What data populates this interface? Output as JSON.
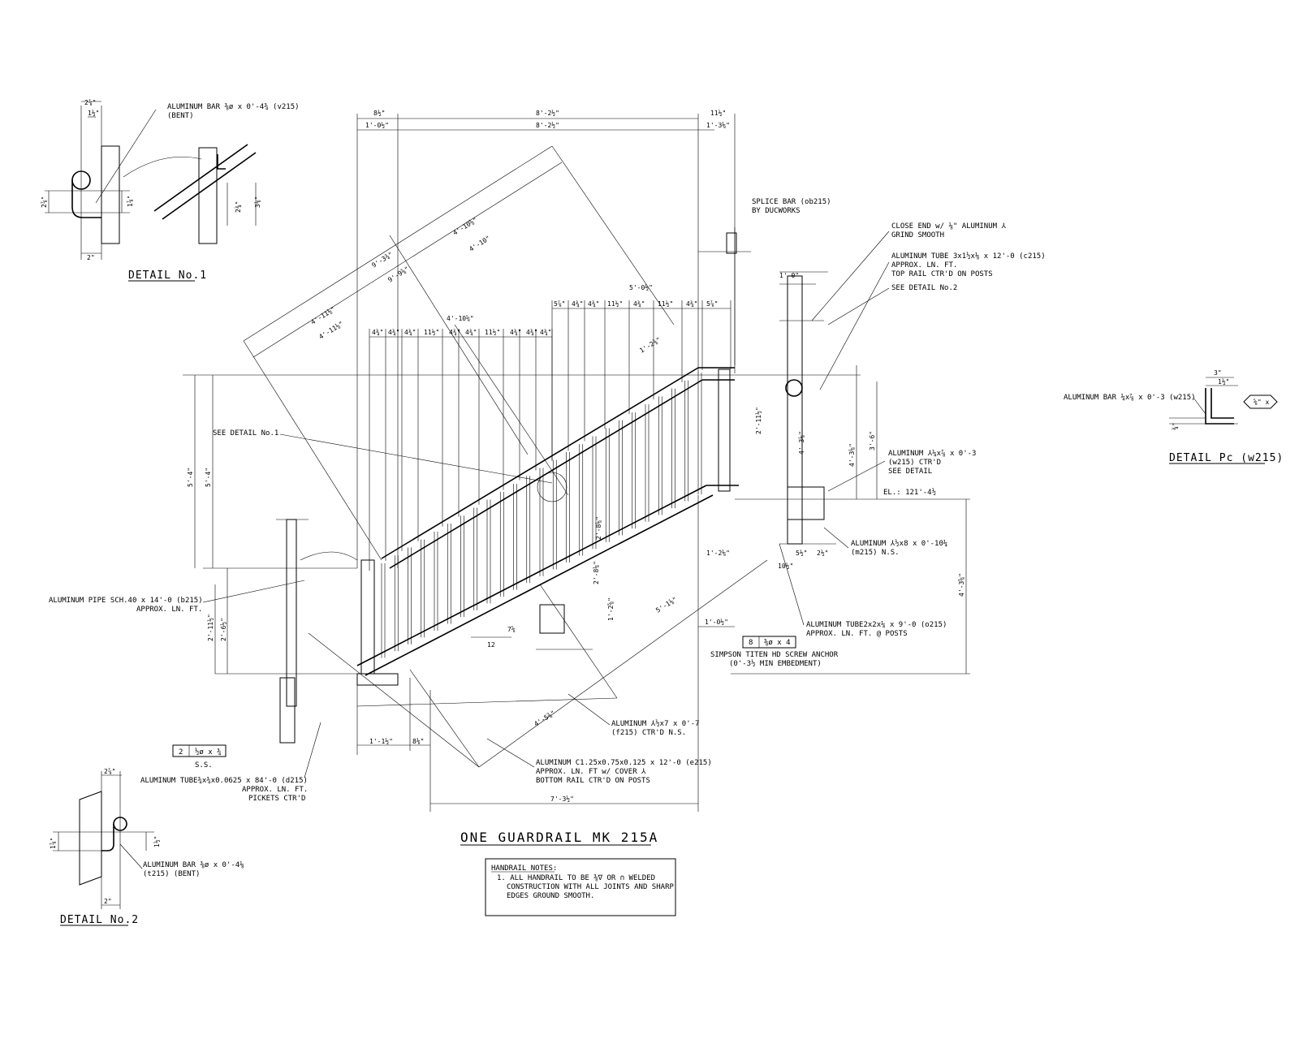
{
  "details": {
    "detail1": {
      "title": "DETAIL No.1",
      "callout": [
        "ALUMINUM BAR ⅜ø x 0'-4¾ (v215)",
        "(BENT)"
      ],
      "dims": [
        "2⅞\"",
        "1½\"",
        "2⅞\"",
        "1⅞\"",
        "2\"",
        "2¾\"",
        "3⅛\""
      ]
    },
    "detail2": {
      "title": "DETAIL No.2",
      "callout": [
        "ALUMINUM BAR ⅜ø x 0'-4⅛",
        "(t215) (BENT)"
      ],
      "dims": [
        "2⅞\"",
        "1⅞\"",
        "1½\"",
        "2\""
      ]
    },
    "detailPc": {
      "title": "DETAIL Pc (w215)",
      "callout": [
        "ALUMINUM BAR ¼x⅞ x 0'-3 (w215)"
      ],
      "dims": [
        "3\"",
        "1½\"",
        "¾\"",
        "⅝\" x"
      ]
    }
  },
  "top_dims": {
    "row1": [
      "8½\"",
      "8'-2½\"",
      "11½\""
    ],
    "row2": [
      "1'-0½\"",
      "8'-2½\"",
      "1'-3⅛\""
    ],
    "pickets_left": [
      "4¾\"",
      "4¾\"",
      "4¾\"",
      "11½\"",
      "4¾\"",
      "4¾\"",
      "11½\"",
      "4¾\"",
      "4¾\"",
      "4¾\""
    ],
    "pickets_right": [
      "5⅞\"",
      "4¾\"",
      "4¾\"",
      "11½\"",
      "4¾\"",
      "11½\"",
      "4¾\"",
      "5⅞\""
    ]
  },
  "diag_dims": [
    "4'-10⅝\"",
    "4'-10\"",
    "9'-3¾\"",
    "9'-9⅝\"",
    "4'-11⅛\"",
    "4'-11⅛\"",
    "5'-0½\"",
    "4'-10⅝\"",
    "5'-1⅛\"",
    "4'-5⅜\"",
    "2'-8⅛\"",
    "1'-2⅜\""
  ],
  "vert_dims": [
    "5'-4\"",
    "5'-4\"",
    "2'-11½\"",
    "2'-6½\"",
    "2'-11½\"",
    "4'-3⅛\"",
    "3'-6\"",
    "2'-8⅛\"",
    "4'-3⅛\"",
    "1'-2⅝\"",
    "4'-3⅝\""
  ],
  "bottom_dims": [
    "1'-1½\"",
    "8⅛\"",
    "7'-3½\"",
    "1'-0½\"",
    "10½\"",
    "5½\"",
    "1'-0\"",
    "2½\"",
    "1'-2⅛\""
  ],
  "callouts": {
    "splice": [
      "SPLICE BAR (ob215)",
      "BY DUCWORKS"
    ],
    "close_end": [
      "CLOSE END w/ ⅛\" ALUMINUM ⅄",
      "GRIND SMOOTH"
    ],
    "top_tube": [
      "ALUMINUM TUBE 3x1½x⅛ x 12'-0 (c215)",
      "APPROX. LN. FT.",
      "TOP RAIL CTR'D ON POSTS"
    ],
    "see_detail2": "SEE DETAIL No.2",
    "see_detail1": "SEE DETAIL No.1",
    "plate_w": [
      "ALUMINUM ⅄¼x⅞ x 0'-3",
      "(w215) CTR'D",
      "SEE DETAIL"
    ],
    "elevation": "EL.: 121'-4½",
    "plate_m": [
      "ALUMINUM ⅄½x8 x 0'-10¼",
      "(m215) N.S."
    ],
    "post_tube": [
      "ALUMINUM TUBE2x2x¼ x 9'-0 (o215)",
      "APPROX. LN. FT. @ POSTS"
    ],
    "anchor_tag": [
      "8",
      "⅜ø x 4"
    ],
    "anchor": [
      "SIMPSON TITEN HD SCREW ANCHOR",
      "(0'-3½ MIN EMBEDMENT)"
    ],
    "pipe": [
      "ALUMINUM PIPE SCH.40 x 14'-0 (b215)",
      "APPROX. LN. FT."
    ],
    "plate_f": [
      "ALUMINUM ⅄½x7 x 0'-7",
      "(f215) CTR'D N.S."
    ],
    "channel": [
      "ALUMINUM C1.25x0.75x0.125 x 12'-0 (e215)",
      "APPROX. LN. FT w/ COVER ⅄",
      "BOTTOM RAIL CTR'D ON POSTS"
    ],
    "bolt_tag": [
      "2",
      "½ø x ¾"
    ],
    "ss": "S.S.",
    "pickets": [
      "ALUMINUM TUBE¾x¾x0.0625 x 84'-0 (d215)",
      "APPROX. LN. FT.",
      "PICKETS CTR'D"
    ],
    "slope": [
      "7⅝",
      "12"
    ]
  },
  "main_title": "ONE GUARDRAIL MK 215A",
  "notes": {
    "heading": "HANDRAIL NOTES:",
    "lines": [
      "1. ALL HANDRAIL TO BE ⅜∇ OR ∩ WELDED",
      "CONSTRUCTION WITH ALL JOINTS AND SHARP",
      "EDGES GROUND SMOOTH."
    ]
  }
}
